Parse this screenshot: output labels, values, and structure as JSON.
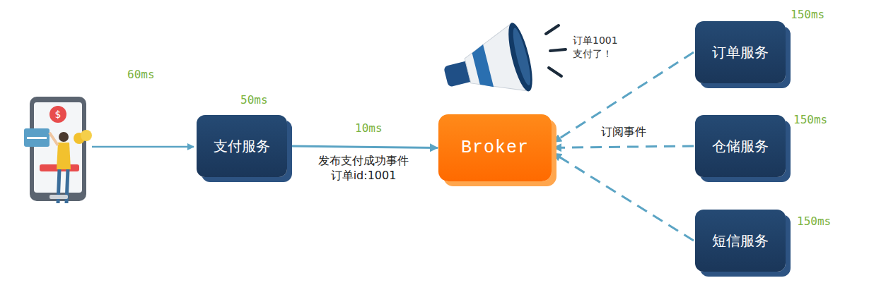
{
  "diagram": {
    "nodes": [
      {
        "text": [
          "支付服务"
        ]
      },
      {
        "text": [
          "Broker"
        ]
      },
      {
        "text": [
          "订单服务"
        ]
      },
      {
        "text": [
          "仓储服务"
        ]
      },
      {
        "text": [
          "短信服务"
        ]
      }
    ],
    "edges": [
      {
        "from": 0,
        "to": 1,
        "arrow": "to",
        "label": "发布支付成功事件 订单id:1001"
      },
      {
        "from": 2,
        "to": 1,
        "arrow": "to"
      },
      {
        "from": 3,
        "to": 1,
        "arrow": "to",
        "label": "订阅事件"
      },
      {
        "from": 4,
        "to": 1,
        "arrow": "to"
      }
    ],
    "labels": [
      "60ms",
      "50ms",
      "10ms",
      "150ms",
      "150ms",
      "150ms",
      "订单1001 支付了！"
    ]
  }
}
